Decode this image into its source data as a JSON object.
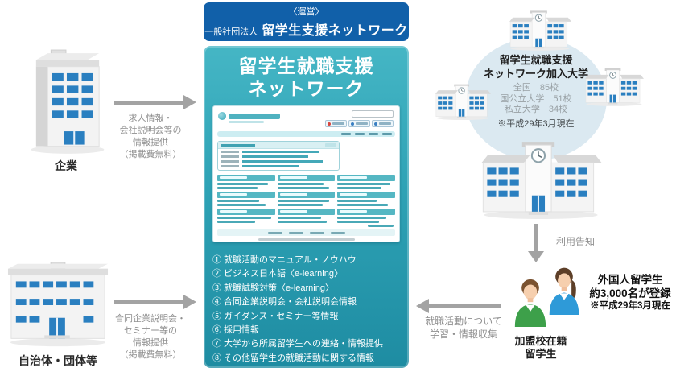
{
  "operator_banner": {
    "line1": "〈運営〉",
    "org_prefix": "一般社団法人",
    "org_name": "留学生支援ネットワーク"
  },
  "network_box": {
    "title_line1": "留学生就職支援",
    "title_line2": "ネットワーク",
    "services": [
      "① 就職活動のマニュアル・ノウハウ",
      "② ビジネス日本語〈e-learning〉",
      "③ 就職試験対策〈e-learning〉",
      "④ 合同企業説明会・会社説明会情報",
      "⑤ ガイダンス・セミナー等情報",
      "⑥ 採用情報",
      "⑦ 大学から所属留学生への連絡・情報提供",
      "⑧ その他留学生の就職活動に関する情報"
    ]
  },
  "left": {
    "company": {
      "label": "企業",
      "arrow_caption": [
        "求人情報・",
        "会社説明会等の",
        "情報提供",
        "（掲載費無料）"
      ]
    },
    "municipality": {
      "label": "自治体・団体等",
      "arrow_caption": [
        "合同企業説明会・",
        "セミナー等の",
        "情報提供",
        "（掲載費無料）"
      ]
    }
  },
  "right": {
    "universities": {
      "title_line1": "留学生就職支援",
      "title_line2": "ネットワーク加入大学",
      "stats": [
        "全国　85校",
        "国公立大学　51校",
        "私立大学　34校"
      ],
      "note": "※平成29年3月現在"
    },
    "notice_arrow_label": "利用告知",
    "students": {
      "label_line1": "加盟校在籍",
      "label_line2": "留学生",
      "registered_line1": "外国人留学生",
      "registered_line2": "約3,000名が登録",
      "registered_note": "※平成29年3月現在"
    },
    "study_arrow_caption": [
      "就職活動について",
      "学習・情報収集"
    ]
  },
  "colors": {
    "banner_blue": "#1160a9",
    "box_teal_top": "#45b6c5",
    "box_teal_bottom": "#1e8ca2",
    "circle_blue": "#dbe9f1",
    "arrow_gray": "#a3a3a3",
    "caption_gray": "#8f8f8f",
    "window_blue": "#2a7fc0",
    "person_green": "#3da04a",
    "person_blue": "#2e9ad8"
  }
}
